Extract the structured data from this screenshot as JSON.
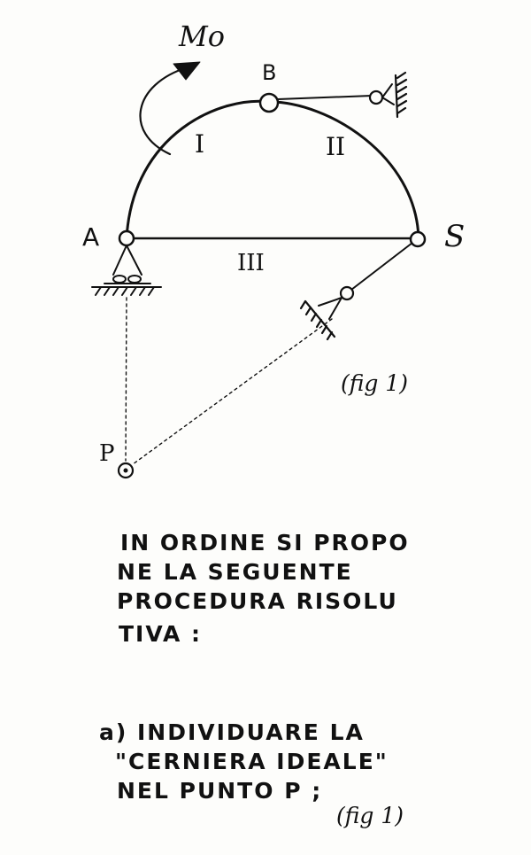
{
  "labels": {
    "moment": "Mo",
    "point_a": "A",
    "point_b": "B",
    "point_s": "S",
    "point_p": "P",
    "region_1": "I",
    "region_2": "II",
    "region_3": "III"
  },
  "figure_ref": "(fig 1)",
  "procedure": {
    "lines": [
      "IN ORDINE SI PROPO",
      "NE LA SEGUENTE",
      "PROCEDURA RISOLU",
      "TIVA :"
    ]
  },
  "step_a": {
    "lines": [
      "a) INDIVIDUARE LA",
      "\"CERNIERA IDEALE\"",
      "NEL PUNTO P ;"
    ],
    "figure_ref": "(fig 1)"
  }
}
